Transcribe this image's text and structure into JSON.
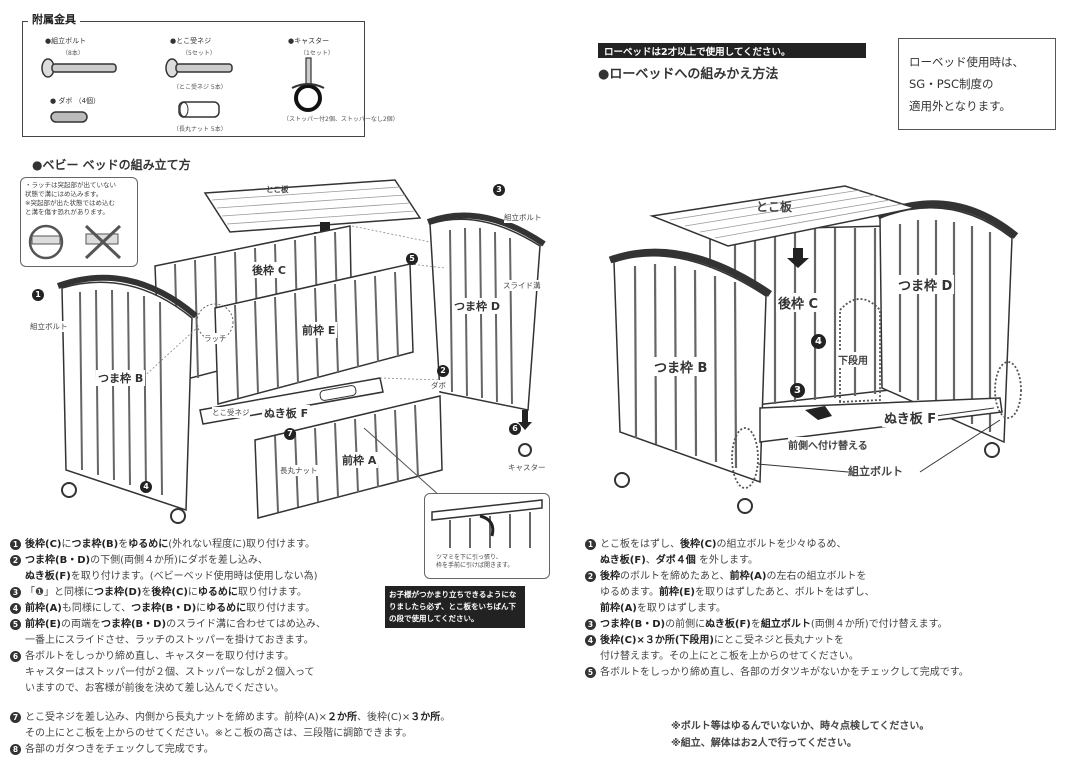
{
  "parts": {
    "title": "附属金具",
    "items": [
      {
        "name": "●組立ボルト",
        "qty": "（8本）"
      },
      {
        "name": "●とこ受ネジ",
        "qty": "（5セット）",
        "sub": "（とこ受ネジ 5本）"
      },
      {
        "name": "●キャスター",
        "qty": "（1セット）",
        "sub": "（ストッパー付2個、ストッパーなし2個）"
      },
      {
        "name": "● ダボ",
        "qty": "（4個）"
      },
      {
        "name": "",
        "qty": "",
        "sub": "（長丸ナット 5本）"
      }
    ]
  },
  "baby_bed": {
    "heading": "●ベビー ベッドの組み立て方",
    "latch_callout": {
      "line1": "・ラッチは突起部が出ていない",
      "line2": "状態で溝にはめ込みます。",
      "line3": "※突起部が出た状態ではめ込む",
      "line4": "と溝を傷す恐れがあります。"
    },
    "labels": {
      "tokoita": "とこ板",
      "atowaku_c": "後枠 C",
      "maewaku_e": "前枠 E",
      "tsumawaku_b": "つま枠 B",
      "tsumawaku_d": "つま枠 D",
      "nukiita_f": "ぬき板 F",
      "maewaku_a": "前枠 A",
      "kumitate_bolt_1": "組立ボルト",
      "kumitate_bolt_2": "組立ボルト",
      "latch": "ラッチ",
      "slide_groove": "スライド溝",
      "dabo": "ダボ",
      "tokouke_neji": "とこ受ネジ",
      "nagamaru_nut": "長丸ナット",
      "caster": "キャスター"
    },
    "pull_callout": {
      "line1": "ツマミを下に引っ張り、",
      "line2": "枠を手前に引けば開きます。"
    },
    "steps": [
      {
        "n": "1",
        "html": "<b>後枠(C)</b>に<b>つま枠(B)</b>を<b>ゆるめに</b>(外れない程度に)取り付けます。"
      },
      {
        "n": "2",
        "html": "<b>つま枠(B・D)</b>の下側(両側４か所)にダボを差し込み、"
      },
      {
        "n": "",
        "html": "<b>ぬき板(F)</b>を取り付けます。(ベビーベッド使用時は使用しない為)"
      },
      {
        "n": "3",
        "html": "「❶」と同様に<b>つま枠(D)</b>を<b>後枠(C)</b>に<b>ゆるめに</b>取り付けます。"
      },
      {
        "n": "4",
        "html": "<b>前枠(A)</b>も同様にして、<b>つま枠(B・D)</b>に<b>ゆるめに</b>取り付けます。"
      },
      {
        "n": "5",
        "html": "<b>前枠(E)</b>の両端を<b>つま枠(B・D)</b>のスライド溝に合わせてはめ込み、"
      },
      {
        "n": "",
        "html": "一番上にスライドさせ、ラッチのストッパーを掛けておきます。"
      },
      {
        "n": "6",
        "html": "各ボルトをしっかり締め直し、キャスターを取り付けます。"
      },
      {
        "n": "",
        "html": "キャスターはストッパー付が２個、ストッパーなしが２個入って"
      },
      {
        "n": "",
        "html": "いますので、お客様が前後を決めて差し込んでください。"
      }
    ],
    "steps2": [
      {
        "n": "7",
        "html": "とこ受ネジを差し込み、内側から長丸ナットを締めます。前枠(A)×<b>２か所</b>、後枠(C)×<b>３か所</b>。"
      },
      {
        "n": "",
        "html": "その上にとこ板を上からのせてください。※とこ板の高さは、三段階に調節できます。"
      },
      {
        "n": "8",
        "html": "各部のガタつきをチェックして完成です。"
      }
    ],
    "warning": "お子様がつかまり立ちできるようになりましたら必ず、とこ板をいちばん下の段で使用してください。"
  },
  "low_bed": {
    "banner": "ローベッドは2才以上で使用してください。",
    "heading": "●ローベッドへの組みかえ方法",
    "notice": [
      "ローベッド使用時は、",
      "SG・PSC制度の",
      "適用外となります。"
    ],
    "labels": {
      "tokoita": "とこ板",
      "atowaku_c": "後枠 C",
      "tsumawaku_d": "つま枠 D",
      "tsumawaku_b": "つま枠 B",
      "kadanyou": "下段用",
      "nukiita_f": "ぬき板 F",
      "move_front": "前側へ付け替える",
      "kumitate_bolt": "組立ボルト"
    },
    "steps": [
      {
        "n": "1",
        "html": "とこ板をはずし、<b>後枠(C)</b>の組立ボルトを少々ゆるめ、"
      },
      {
        "n": "",
        "html": "<b>ぬき板(F)</b>、<b>ダボ４個</b> を外します。"
      },
      {
        "n": "2",
        "html": "<b>後枠</b>のボルトを締めたあと、<b>前枠(A)</b>の左右の組立ボルトを"
      },
      {
        "n": "",
        "html": "ゆるめます。<b>前枠(E)</b>を取りはずしたあと、ボルトをはずし、"
      },
      {
        "n": "",
        "html": "<b>前枠(A)</b>を取りはずします。"
      },
      {
        "n": "3",
        "html": "<b>つま枠(B・D)</b>の前側に<b>ぬき板(F)</b>を<b>組立ボルト</b>(両側４か所)で付け替えます。"
      },
      {
        "n": "4",
        "html": "<b>後枠(C)×３か所(下段用)</b>にとこ受ネジと長丸ナットを"
      },
      {
        "n": "",
        "html": "付け替えます。その上にとこ板を上からのせてください。"
      },
      {
        "n": "5",
        "html": "各ボルトをしっかり締め直し、各部のガタツキがないかをチェックして完成です。"
      }
    ],
    "footnotes": [
      "※ボルト等はゆるんでいないか、時々点検してください。",
      "※組立、解体はお2人で行ってください。"
    ]
  }
}
